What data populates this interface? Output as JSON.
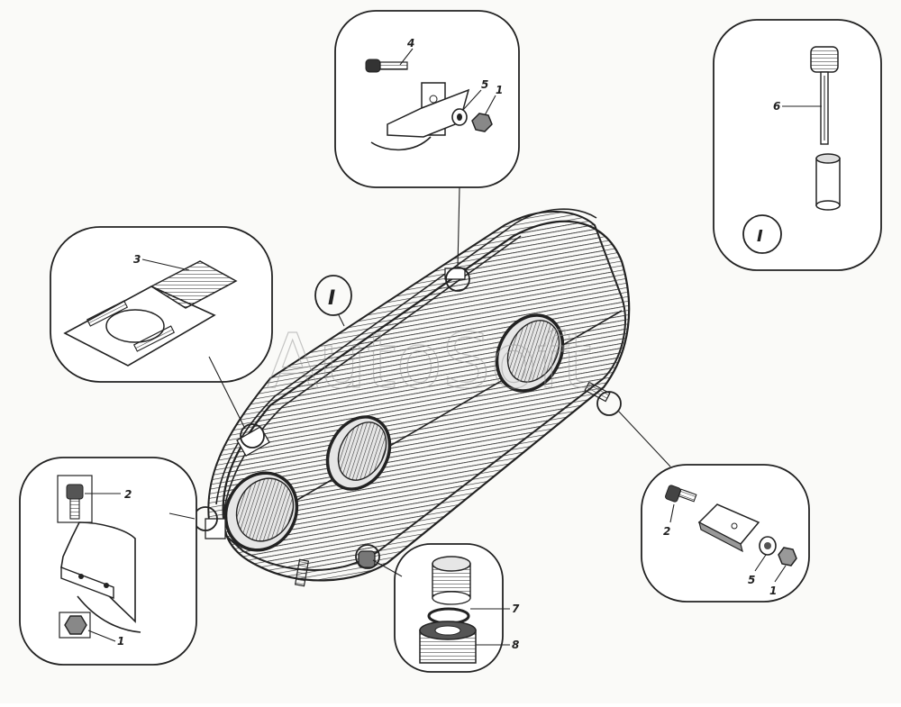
{
  "diagram": {
    "watermark": "AutoSoft",
    "callouts": {
      "top_bolt": "4",
      "top_washer": "5",
      "top_nut": "1",
      "right_rod": "6",
      "left_plate": "3",
      "left_bolt": "2",
      "left_nut": "1",
      "right_bolt": "2",
      "right_washer": "5",
      "right_nut": "1",
      "bottom_cap": "7",
      "bottom_ring": "8"
    },
    "view_marks": {
      "main": "I",
      "detail": "I"
    }
  }
}
